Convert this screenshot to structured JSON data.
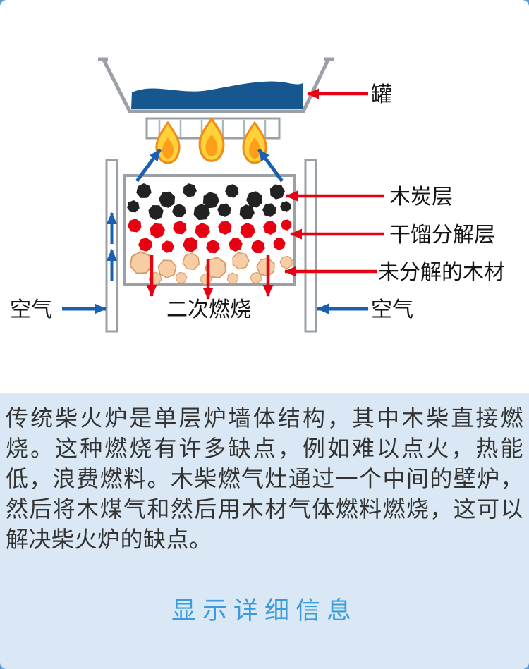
{
  "diagram": {
    "labels": {
      "pot": "罐",
      "charcoal_layer": "木炭层",
      "pyrolysis_layer": "干馏分解层",
      "raw_wood": "未分解的木材",
      "air_left": "空气",
      "air_right": "空气",
      "secondary_combustion": "二次燃烧"
    },
    "colors": {
      "arrow_red": "#e60012",
      "arrow_blue": "#1a5fb4",
      "liquid_blue": "#17578f",
      "charcoal_black": "#222222",
      "pyrolysis_red": "#e60012",
      "wood_tan": "#f6cda4",
      "outline_gray": "#9aa0a6",
      "panel_bg": "#d9e8f4"
    }
  },
  "description": {
    "text": "传统柴火炉是单层炉墙体结构，其中木柴直接燃烧。这种燃烧有许多缺点，例如难以点火，热能低，浪费燃料。木柴燃气灶通过一个中间的壁炉，然后将木煤气和然后用木材气体燃料燃烧，这可以解决柴火炉的缺点。"
  },
  "footer": {
    "details_link": "显示详细信息",
    "link_color": "#3b9bdb"
  }
}
